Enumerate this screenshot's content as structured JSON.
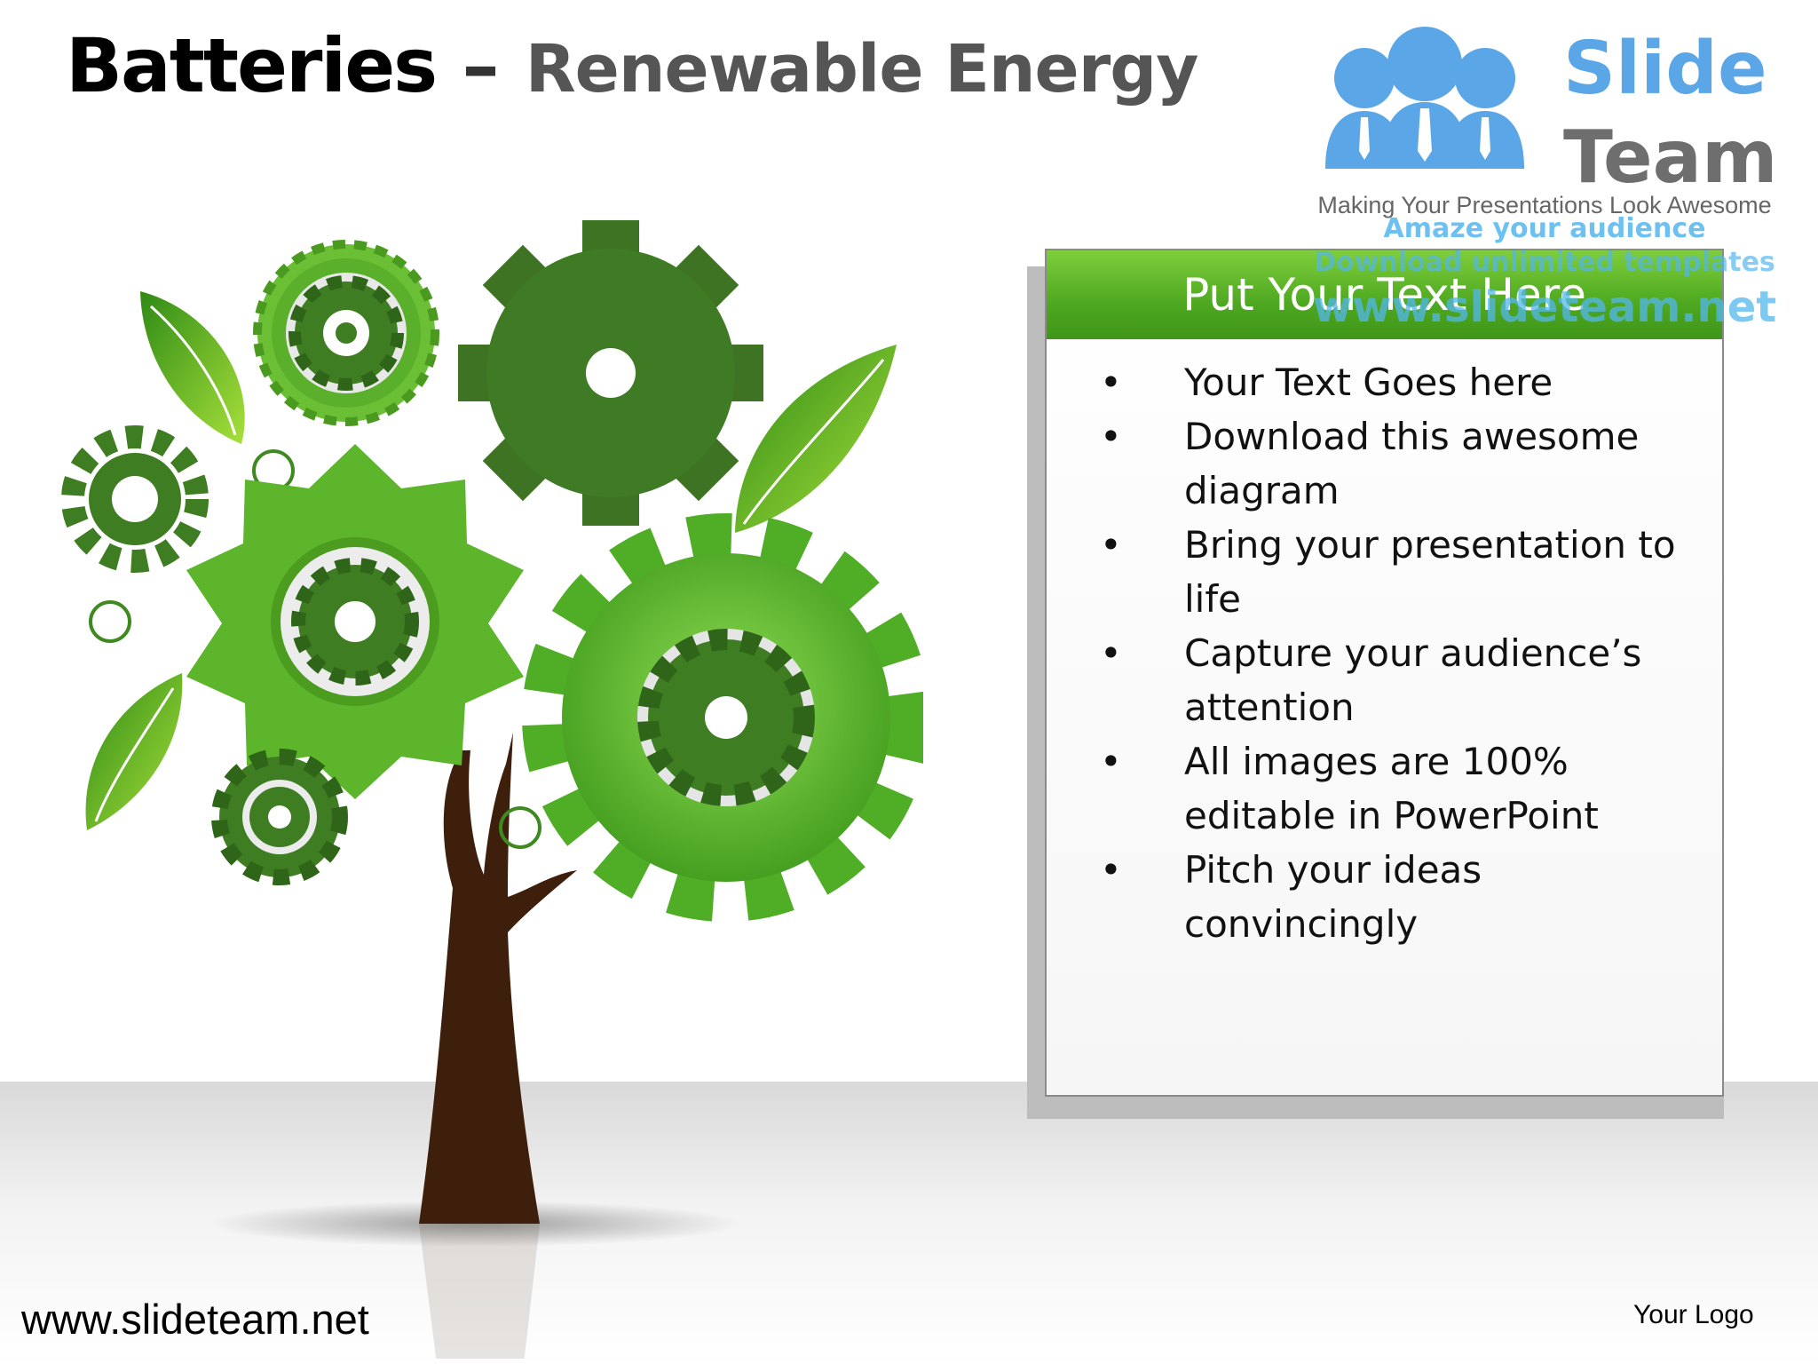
{
  "slide": {
    "title_main": "Batteries",
    "title_separator": "–",
    "title_sub": "Renewable Energy"
  },
  "logo": {
    "word1": "Slide",
    "word2": "Team",
    "tagline": "Making Your Presentations Look Awesome"
  },
  "watermark": {
    "line1": "Amaze your audience",
    "line2": "Download unlimited templates",
    "line3": "www.slideteam.net"
  },
  "text_box": {
    "heading": "Put Your Text Here",
    "bullets": [
      "Your Text Goes here",
      "Download this awesome diagram",
      "Bring your presentation to life",
      "Capture your audience’s attention",
      "All images are 100% editable in PowerPoint",
      "Pitch your ideas convincingly"
    ]
  },
  "footer": {
    "url": "www.slideteam.net",
    "logo_placeholder": "Your Logo"
  },
  "colors": {
    "header_green": "#4ea820",
    "gear_dark": "#3f7d22",
    "gear_light": "#6bc33a",
    "trunk": "#3d1f0c",
    "logo_blue": "#5aa6e6"
  },
  "icons": [
    "gear-icon",
    "leaf-icon",
    "tree-trunk",
    "people-icon"
  ]
}
